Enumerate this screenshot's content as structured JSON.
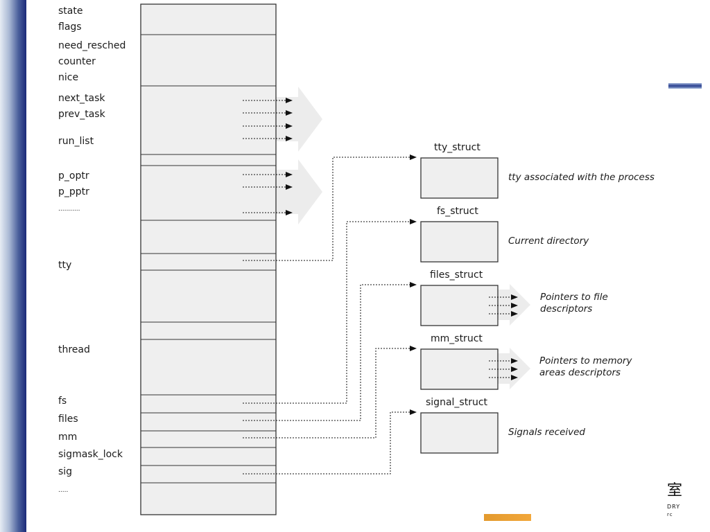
{
  "fields": [
    "state",
    "flags",
    "need_resched",
    "counter",
    "nice",
    "next_task",
    "prev_task",
    "run_list",
    "p_optr",
    "p_pptr",
    "...........",
    "tty",
    "thread",
    "fs",
    "files",
    "mm",
    "sigmask_lock",
    "sig",
    "....."
  ],
  "structs": [
    {
      "name": "tty_struct",
      "desc": "tty associated with the process"
    },
    {
      "name": "fs_struct",
      "desc": "Current directory"
    },
    {
      "name": "files_struct",
      "desc": "Pointers to file descriptors"
    },
    {
      "name": "mm_struct",
      "desc": "Pointers to memory areas descriptors"
    },
    {
      "name": "signal_struct",
      "desc": "Signals received"
    }
  ],
  "logo": {
    "char": "室",
    "line1": "DRY",
    "line2": "rc"
  },
  "colors": {
    "box_fill": "#efefef",
    "border": "#333333",
    "arrow_bg": "#ededed",
    "sidebar": "#1b2a78"
  }
}
